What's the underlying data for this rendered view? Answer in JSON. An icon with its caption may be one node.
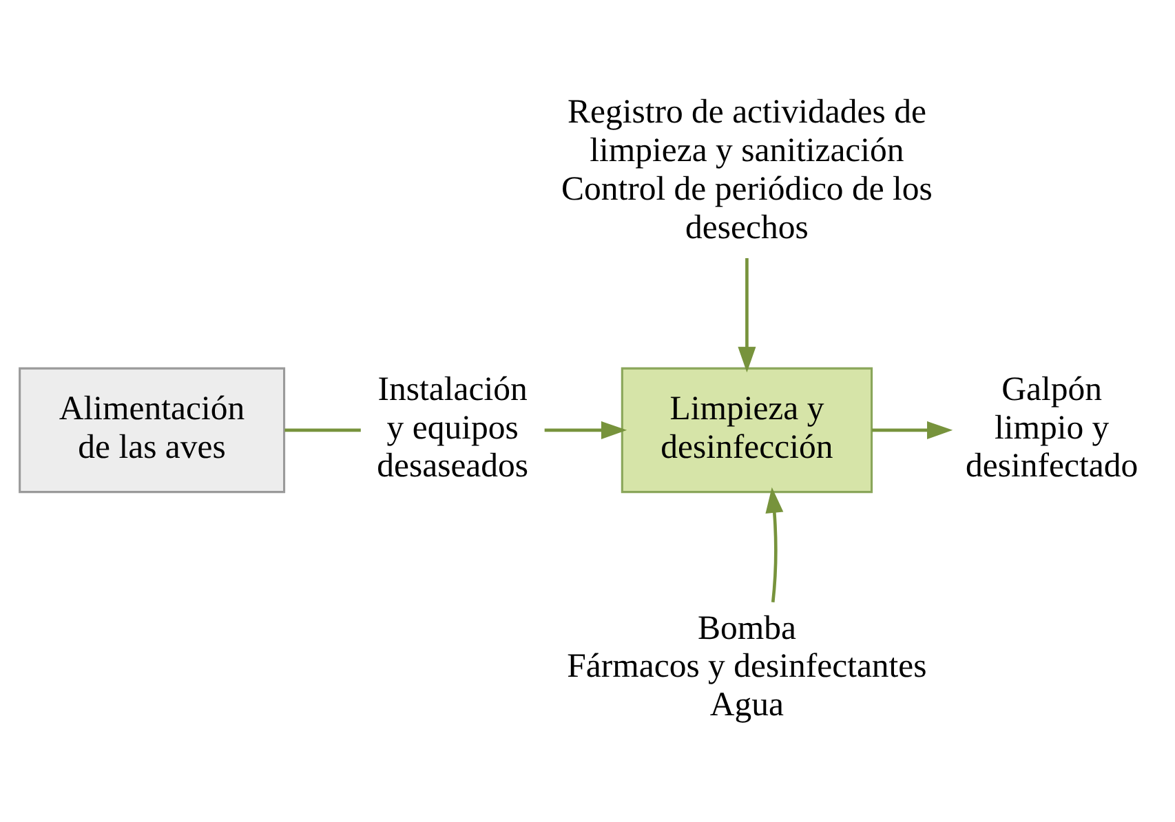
{
  "diagram": {
    "nodes": [
      {
        "text": [
          "Alimentación de las aves"
        ]
      },
      {
        "text": [
          "Instalación y equipos desaseados"
        ]
      },
      {
        "text": [
          "Limpieza y desinfección"
        ]
      },
      {
        "text": [
          "Registro de actividades de limpieza y sanitización",
          "Control de periódico de los desechos"
        ]
      },
      {
        "text": [
          "Bomba",
          "Fármacos y desinfectantes",
          "Agua"
        ]
      },
      {
        "text": [
          "Galpón limpio y desinfectado"
        ]
      }
    ],
    "edges": [
      {
        "from": 0,
        "to": 1,
        "arrow": "none"
      },
      {
        "from": 1,
        "to": 2,
        "arrow": "to"
      },
      {
        "from": 3,
        "to": 2,
        "arrow": "to"
      },
      {
        "from": 4,
        "to": 2,
        "arrow": "to"
      },
      {
        "from": 2,
        "to": 5,
        "arrow": "to"
      }
    ]
  }
}
